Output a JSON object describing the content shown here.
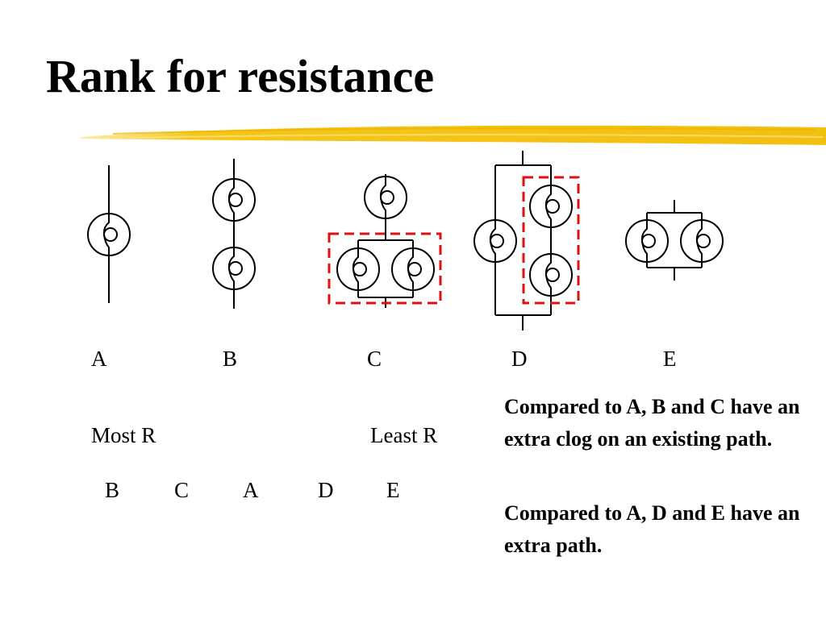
{
  "title": "Rank for resistance",
  "colors": {
    "accent": "#f5c518",
    "box": "#dd1111",
    "ink": "#000000"
  },
  "circuits": [
    {
      "id": "A",
      "label": "A"
    },
    {
      "id": "B",
      "label": "B"
    },
    {
      "id": "C",
      "label": "C"
    },
    {
      "id": "D",
      "label": "D"
    },
    {
      "id": "E",
      "label": "E"
    }
  ],
  "ranking": {
    "most_label": "Most R",
    "least_label": "Least R",
    "order": [
      "B",
      "C",
      "A",
      "D",
      "E"
    ]
  },
  "notes": [
    "Compared to A, B and C have an extra clog on an existing path.",
    "Compared to A, D and E have an extra path."
  ]
}
